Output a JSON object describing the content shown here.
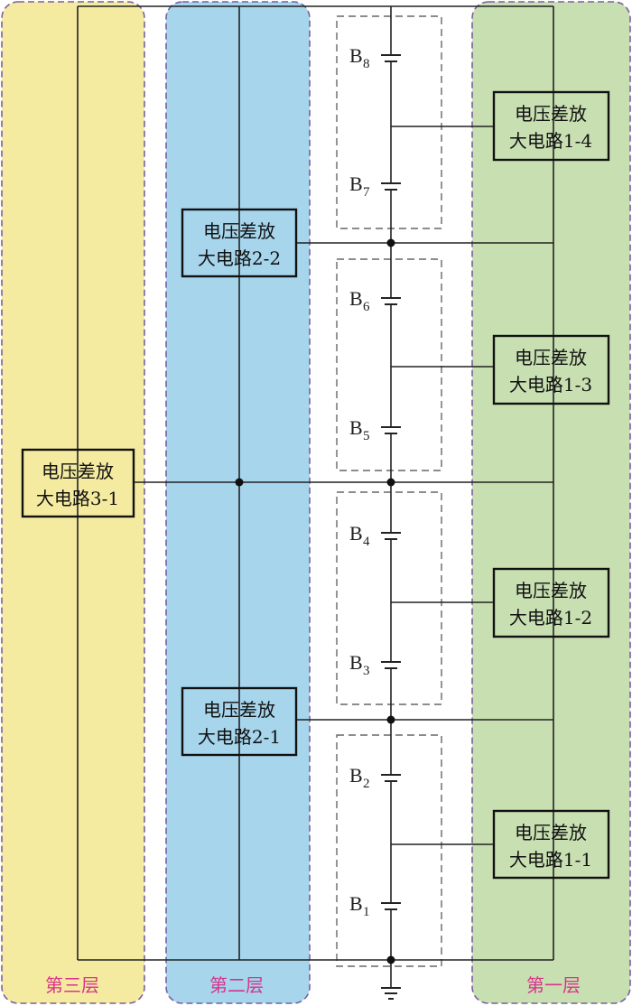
{
  "colors": {
    "layer3": "#f5eba0",
    "layer2": "#a6d5ec",
    "layer1": "#c8dfb2",
    "label": "#d9338a"
  },
  "layers": {
    "layer3": "第三层",
    "layer2": "第二层",
    "layer1": "第一层"
  },
  "cells": [
    "B",
    "B",
    "B",
    "B",
    "B",
    "B",
    "B",
    "B"
  ],
  "cell_subs": [
    "1",
    "2",
    "3",
    "4",
    "5",
    "6",
    "7",
    "8"
  ],
  "amps": {
    "a14": {
      "line1": "电压差放",
      "line2": "大电路1-4"
    },
    "a13": {
      "line1": "电压差放",
      "line2": "大电路1-3"
    },
    "a12": {
      "line1": "电压差放",
      "line2": "大电路1-2"
    },
    "a11": {
      "line1": "电压差放",
      "line2": "大电路1-1"
    },
    "a22": {
      "line1": "电压差放",
      "line2": "大电路2-2"
    },
    "a21": {
      "line1": "电压差放",
      "line2": "大电路2-1"
    },
    "a31": {
      "line1": "电压差放",
      "line2": "大电路3-1"
    }
  }
}
